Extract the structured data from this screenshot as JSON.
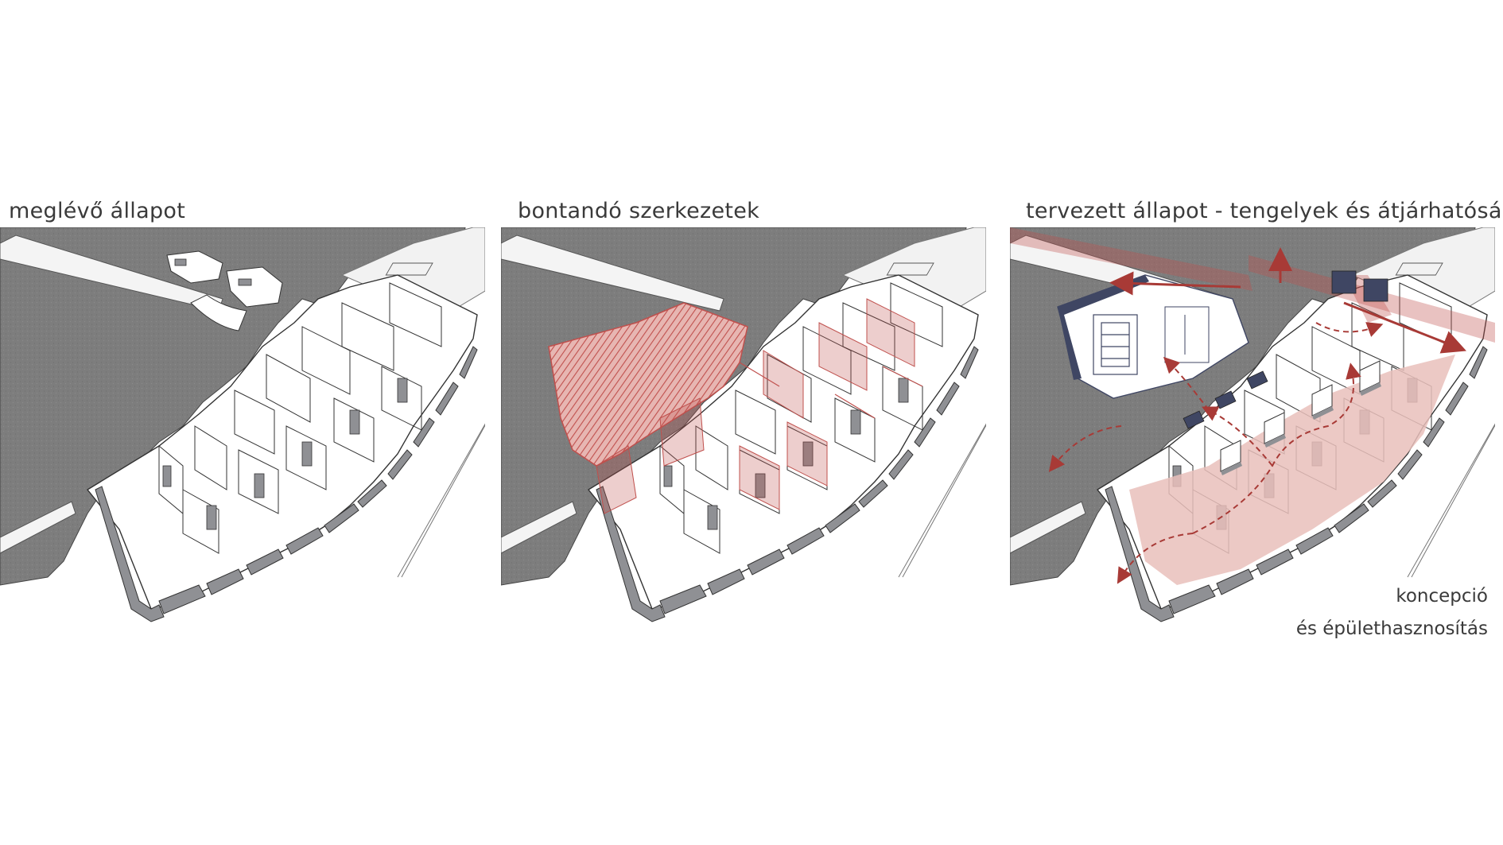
{
  "panels": [
    {
      "title": "meglévő állapot"
    },
    {
      "title": "bontandó szerkezetek"
    },
    {
      "title": "tervezett állapot - tengelyek és átjárhatóság"
    }
  ],
  "caption": {
    "line1": "koncepció",
    "line2": "és épülethasznosítás"
  },
  "colors": {
    "street": "#7a7a7a",
    "wall": "#8f9094",
    "wall_dark": "#5b5e6e",
    "demolition": "#c0504d",
    "demolition_fill": "#e8b9b5",
    "new_structure": "#3f4663",
    "plaza_fill": "#e9c0bb",
    "axis_arrow": "#a83a36",
    "background": "#ffffff"
  }
}
